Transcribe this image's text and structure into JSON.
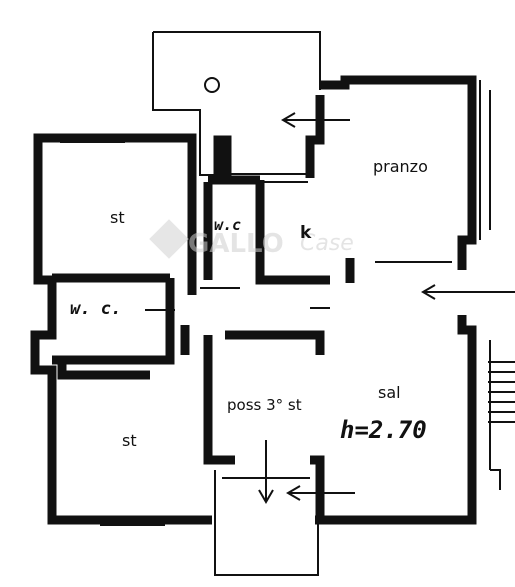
{
  "rooms": {
    "pranzo": "pranzo",
    "st_top": "st",
    "wc_small": "w.c",
    "kitchen": "k",
    "wc_left": "w. c.",
    "sal": "sal",
    "st_bottom": "st",
    "poss": "poss 3° st"
  },
  "height_note": "h=2.70",
  "watermark": {
    "brand": "GALLO",
    "suffix": "Case"
  }
}
